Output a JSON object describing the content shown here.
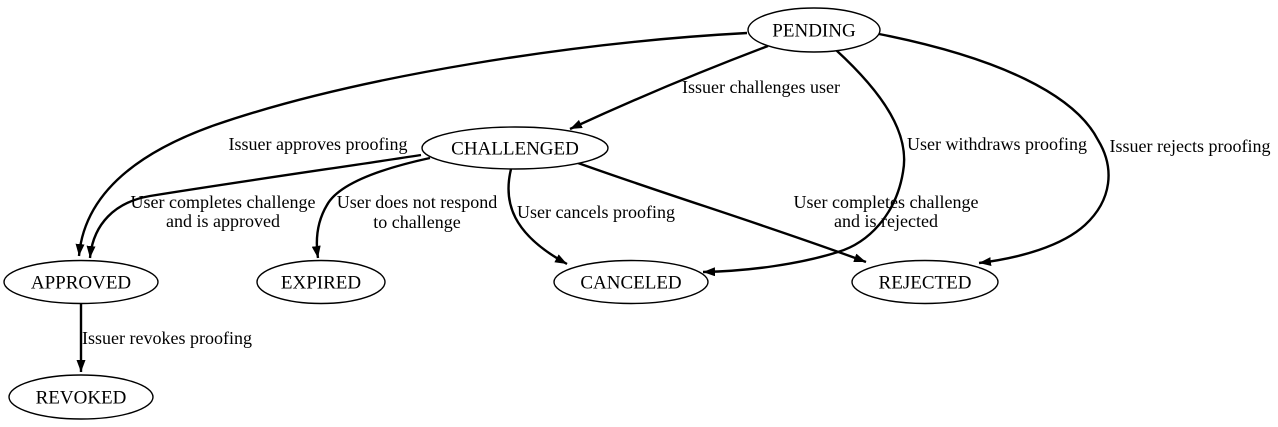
{
  "diagram": {
    "type": "state-machine",
    "background_color": "#ffffff",
    "stroke_color": "#000000",
    "node_fill_color": "#ffffff",
    "text_color": "#000000",
    "nodes": [
      {
        "id": "pending",
        "label": "PENDING"
      },
      {
        "id": "challenged",
        "label": "CHALLENGED"
      },
      {
        "id": "approved",
        "label": "APPROVED"
      },
      {
        "id": "expired",
        "label": "EXPIRED"
      },
      {
        "id": "canceled",
        "label": "CANCELED"
      },
      {
        "id": "rejected",
        "label": "REJECTED"
      },
      {
        "id": "revoked",
        "label": "REVOKED"
      }
    ],
    "edges": [
      {
        "from": "PENDING",
        "to": "CHALLENGED",
        "label": "Issuer challenges user",
        "lines": [
          "Issuer challenges user"
        ]
      },
      {
        "from": "PENDING",
        "to": "APPROVED",
        "label": "Issuer approves proofing",
        "lines": [
          "Issuer approves proofing"
        ]
      },
      {
        "from": "PENDING",
        "to": "CANCELED",
        "label": "User withdraws proofing",
        "lines": [
          "User withdraws proofing"
        ]
      },
      {
        "from": "PENDING",
        "to": "REJECTED",
        "label": "Issuer rejects proofing",
        "lines": [
          "Issuer rejects proofing"
        ]
      },
      {
        "from": "CHALLENGED",
        "to": "APPROVED",
        "label": "User completes challenge and is approved",
        "lines": [
          "User completes challenge",
          "and is approved"
        ]
      },
      {
        "from": "CHALLENGED",
        "to": "EXPIRED",
        "label": "User does not respond to challenge",
        "lines": [
          "User does not respond",
          "to challenge"
        ]
      },
      {
        "from": "CHALLENGED",
        "to": "CANCELED",
        "label": "User cancels proofing",
        "lines": [
          "User cancels proofing"
        ]
      },
      {
        "from": "CHALLENGED",
        "to": "REJECTED",
        "label": "User completes challenge and is rejected",
        "lines": [
          "User completes challenge",
          "and is rejected"
        ]
      },
      {
        "from": "APPROVED",
        "to": "REVOKED",
        "label": "Issuer revokes proofing",
        "lines": [
          "Issuer revokes proofing"
        ]
      }
    ]
  }
}
